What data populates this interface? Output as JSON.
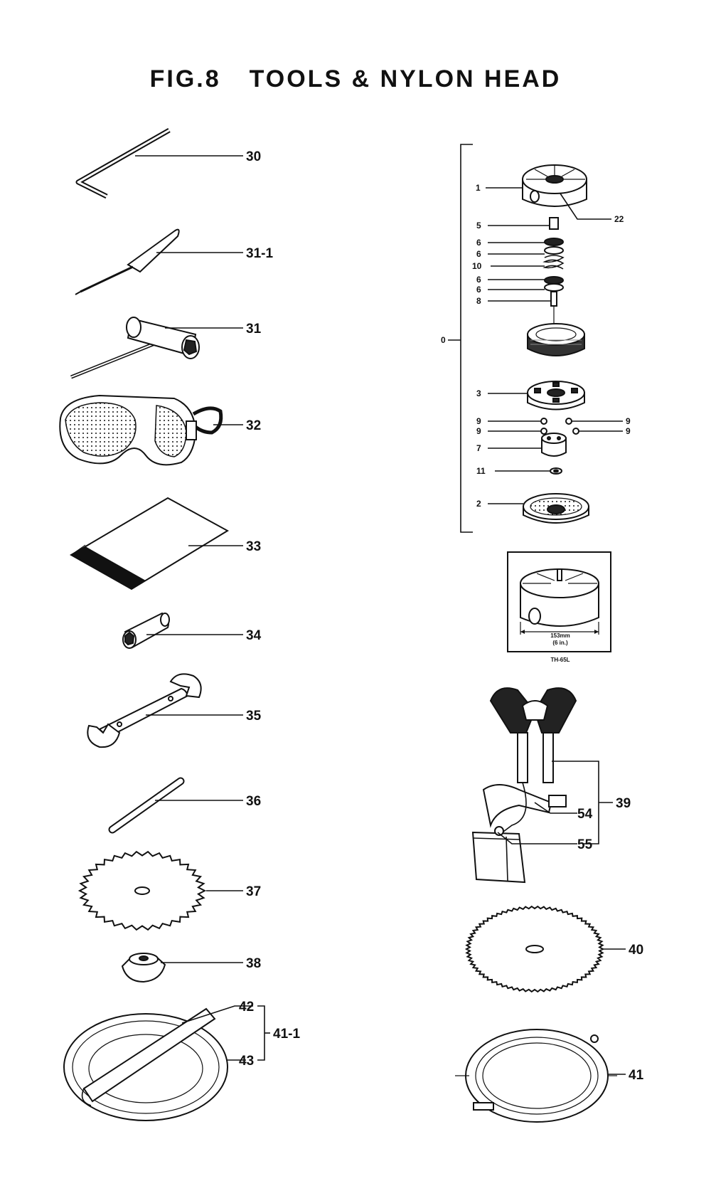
{
  "title": {
    "fig": "FIG.8",
    "heading": "TOOLS & NYLON HEAD"
  },
  "left_labels": [
    "30",
    "31-1",
    "31",
    "32",
    "33",
    "34",
    "35",
    "36",
    "37",
    "38",
    "42",
    "43",
    "41-1"
  ],
  "head_labels": {
    "left": [
      "1",
      "5",
      "6",
      "6",
      "10",
      "6",
      "6",
      "8",
      "0",
      "3",
      "9",
      "9",
      "7",
      "11",
      "2"
    ],
    "right": [
      "22",
      "9",
      "9"
    ]
  },
  "inset": {
    "dim_mm": "153mm",
    "dim_in": "(6 in.)",
    "model": "TH-65L"
  },
  "right_labels": [
    "39",
    "54",
    "55",
    "40",
    "41"
  ]
}
